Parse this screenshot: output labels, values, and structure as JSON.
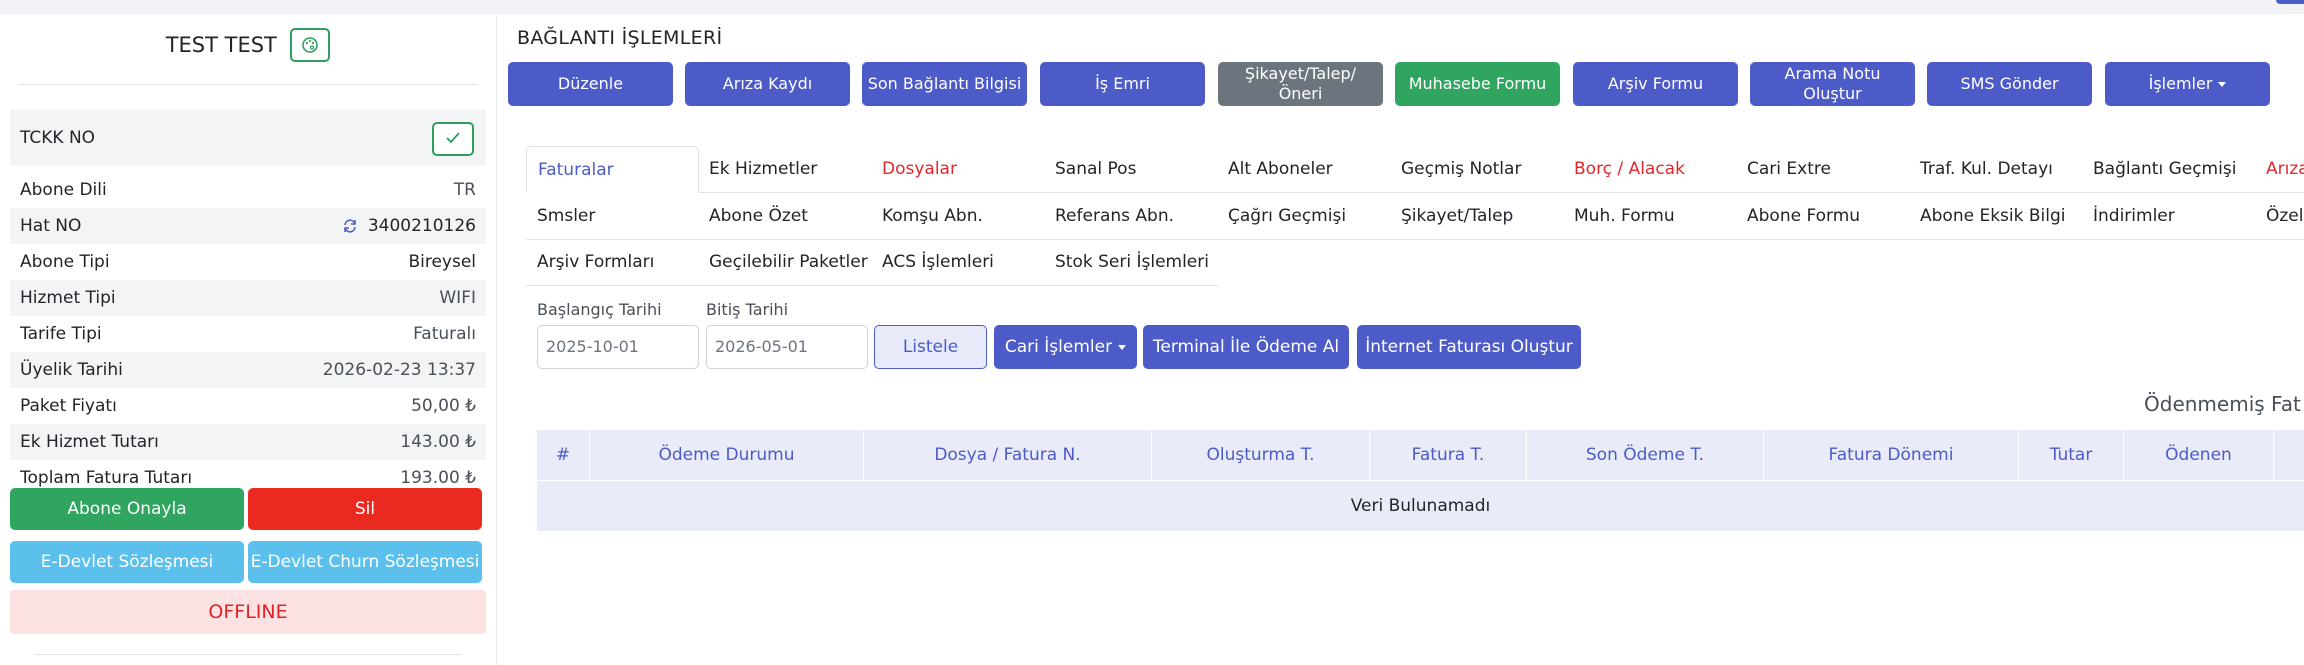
{
  "profile": {
    "name": "TEST TEST",
    "tckk_label": "TCKK NO",
    "rows": [
      {
        "key": "Abone Dili",
        "value": "TR"
      },
      {
        "key": "Hat NO",
        "value": "3400210126"
      },
      {
        "key": "Abone Tipi",
        "value": "Bireysel"
      },
      {
        "key": "Hizmet Tipi",
        "value": "WIFI"
      },
      {
        "key": "Tarife Tipi",
        "value": "Faturalı"
      },
      {
        "key": "Üyelik Tarihi",
        "value": "2026-02-23 13:37"
      },
      {
        "key": "Paket Fiyatı",
        "value": "50,00 ₺"
      },
      {
        "key": "Ek Hizmet Tutarı",
        "value": "143.00 ₺"
      },
      {
        "key": "Toplam Fatura Tutarı",
        "value": "193.00 ₺"
      }
    ],
    "buttons": {
      "approve": "Abone Onayla",
      "delete": "Sil",
      "edevlet": "E-Devlet Sözleşmesi",
      "edevlet_churn": "E-Devlet Churn Sözleşmesi"
    },
    "status": "OFFLINE"
  },
  "main": {
    "title": "BAĞLANTI İŞLEMLERİ",
    "actions": [
      "Düzenle",
      "Arıza Kaydı",
      "Son Bağlantı Bilgisi",
      "İş Emri",
      "Şikayet/Talep/ Öneri",
      "Muhasebe Formu",
      "Arşiv Formu",
      "Arama Notu Oluştur",
      "SMS Gönder",
      "İşlemler"
    ],
    "tabs_row1": [
      "Faturalar",
      "Ek Hizmetler",
      "Dosyalar",
      "Sanal Pos",
      "Alt Aboneler",
      "Geçmiş Notlar",
      "Borç / Alacak",
      "Cari Extre",
      "Traf. Kul. Detayı",
      "Bağlantı Geçmişi",
      "Arıza"
    ],
    "tabs_row2": [
      "Smsler",
      "Abone Özet",
      "Komşu Abn.",
      "Referans Abn.",
      "Çağrı Geçmişi",
      "Şikayet/Talep",
      "Muh. Formu",
      "Abone Formu",
      "Abone Eksik Bilgi",
      "İndirimler",
      "Özel"
    ],
    "tabs_row3": [
      "Arşiv Formları",
      "Geçilebilir Paketler",
      "ACS İşlemleri",
      "Stok Seri İşlemleri"
    ]
  },
  "filters": {
    "start_label": "Başlangıç Tarihi",
    "start_value": "2025-10-01",
    "end_label": "Bitiş Tarihi",
    "end_value": "2026-05-01",
    "list_btn": "Listele",
    "cari_btn": "Cari İşlemler",
    "terminal_btn": "Terminal İle Ödeme Al",
    "internet_btn": "İnternet Faturası Oluştur"
  },
  "invoices": {
    "title": "Ödenmemiş Fat",
    "columns": [
      "#",
      "Ödeme Durumu",
      "Dosya / Fatura N.",
      "Oluşturma T.",
      "Fatura T.",
      "Son Ödeme T.",
      "Fatura Dönemi",
      "Tutar",
      "Ödenen"
    ],
    "empty": "Veri Bulunamadı"
  },
  "colors": {
    "primary": "#4c5bc8",
    "success": "#2fa55f",
    "danger": "#e3262b",
    "info": "#5bc0eb",
    "secondary": "#6c757d"
  }
}
